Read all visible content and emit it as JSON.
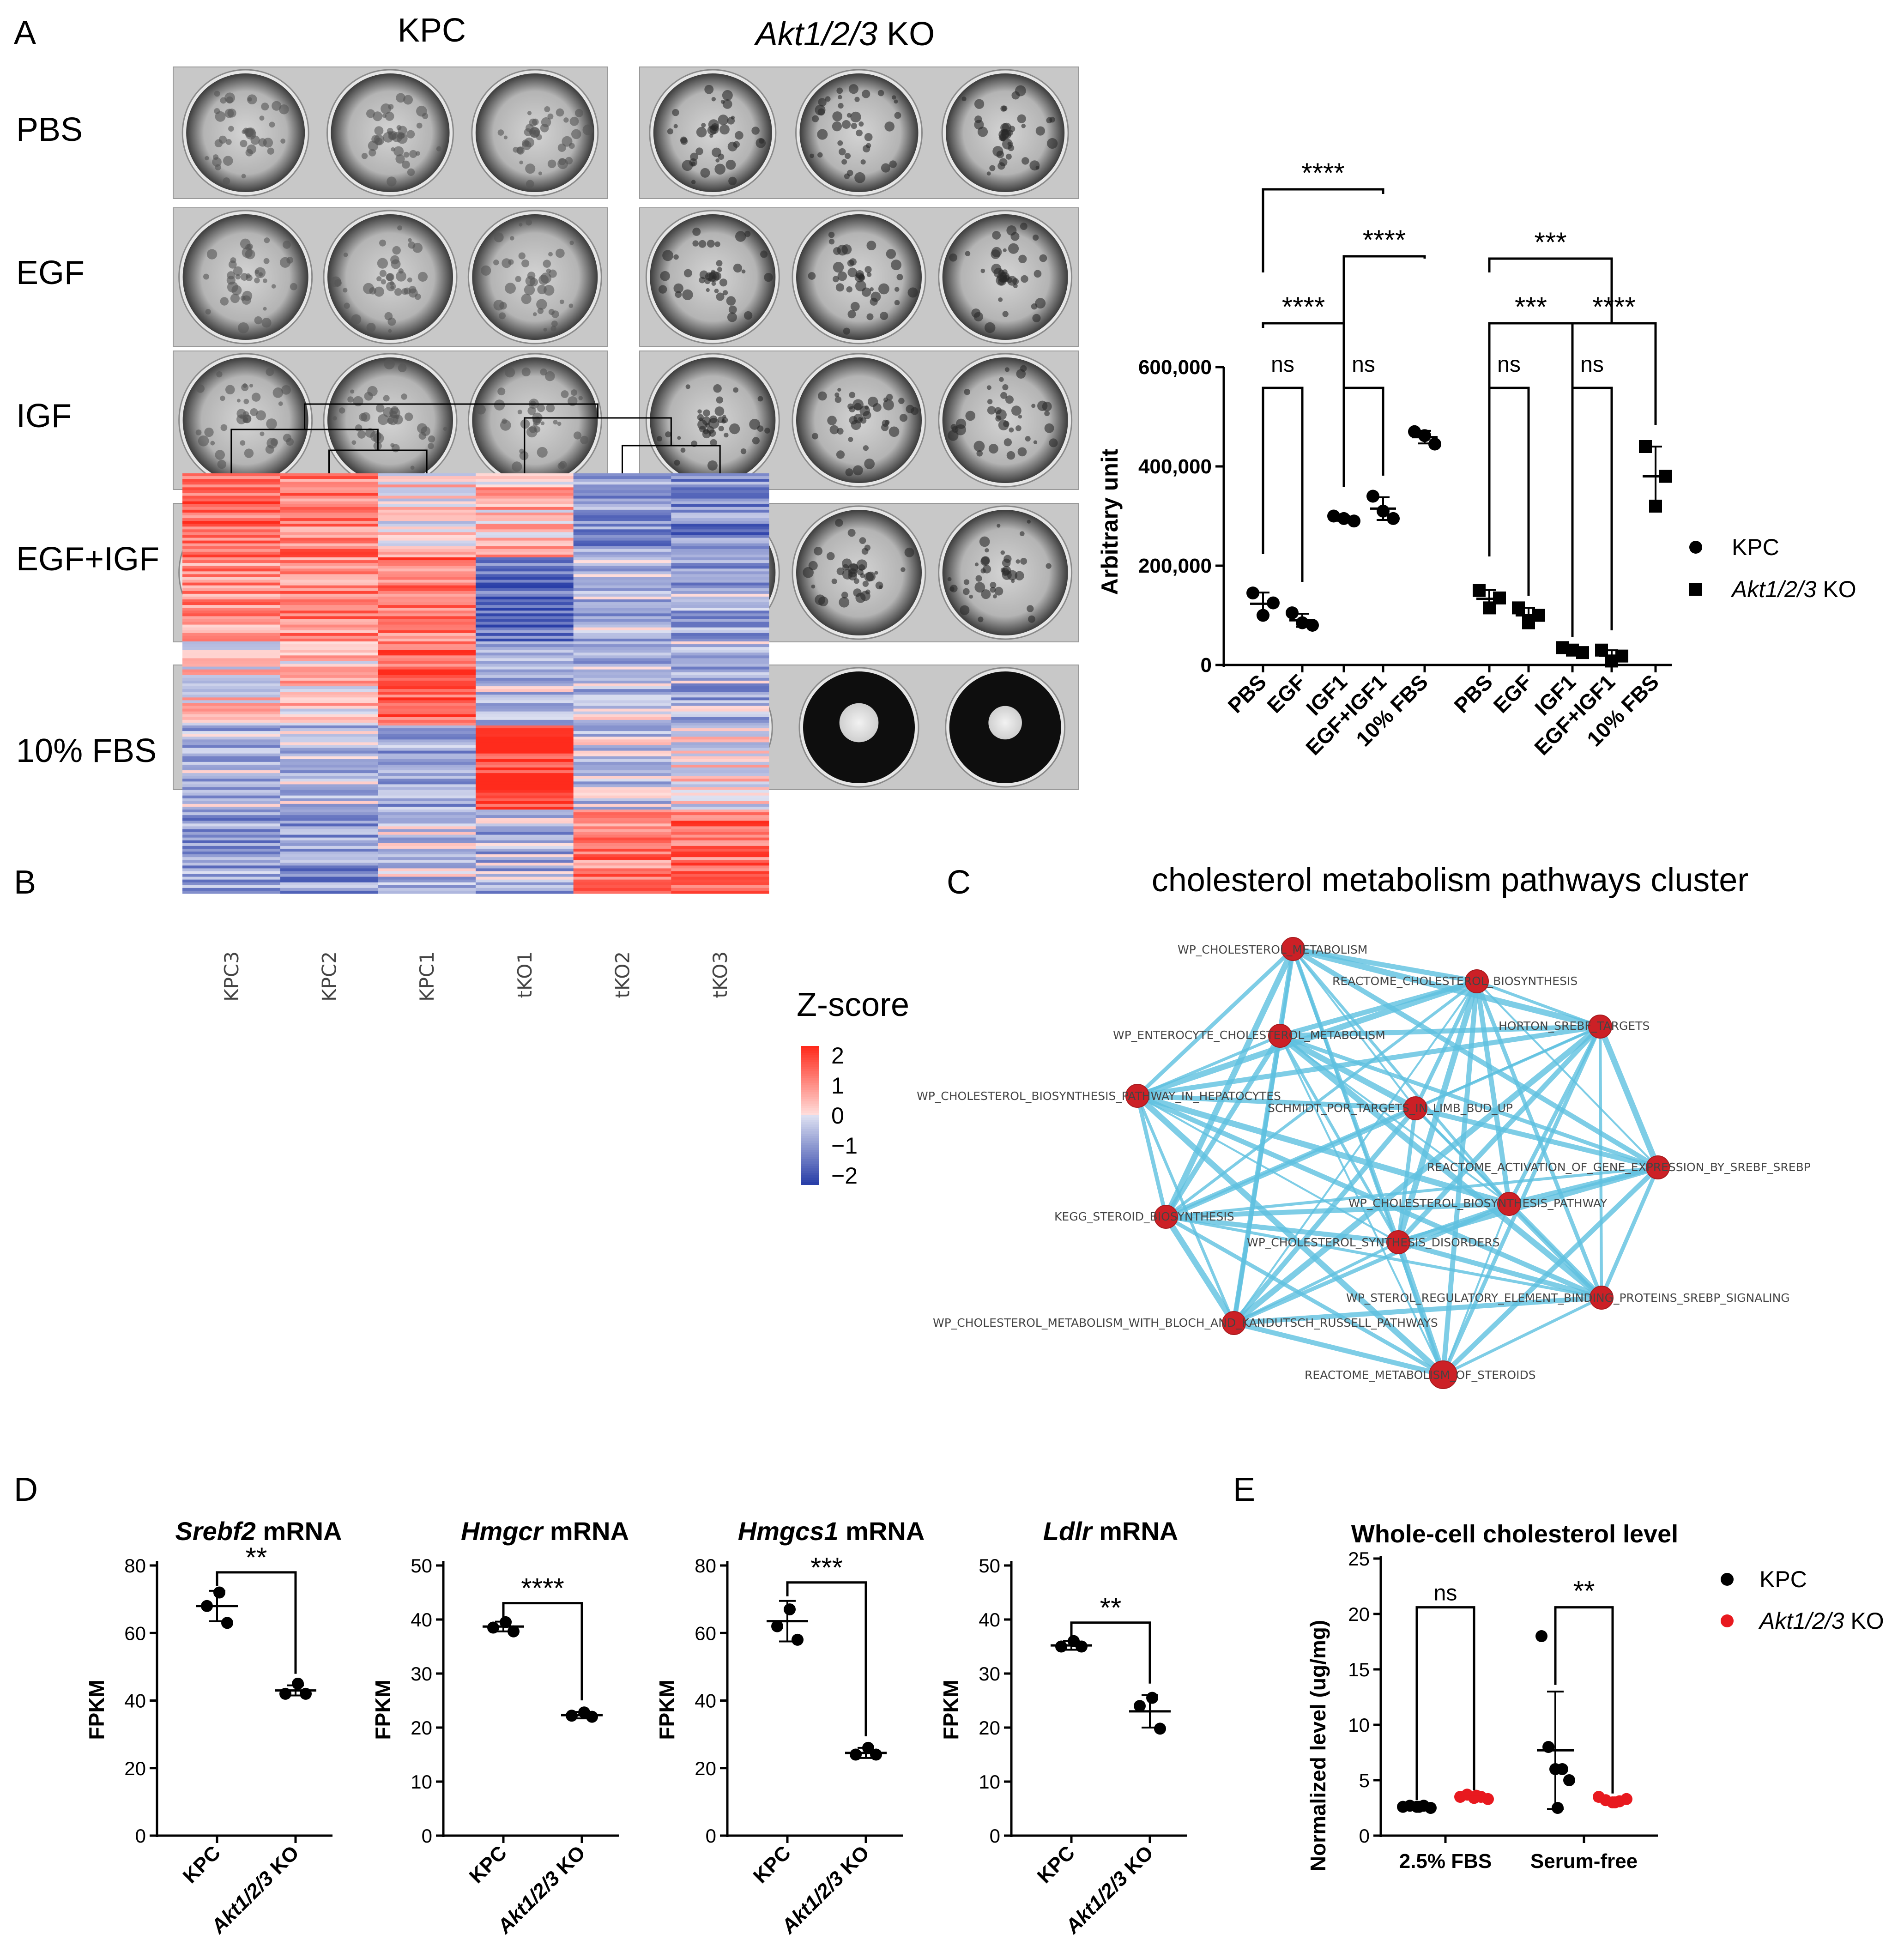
{
  "panels": {
    "A": "A",
    "B": "B",
    "C": "C",
    "D": "D",
    "E": "E"
  },
  "panel_a": {
    "col_labels": [
      "KPC",
      "Akt1/2/3",
      " KO"
    ],
    "row_labels": [
      "PBS",
      "EGF",
      "IGF",
      "EGF+IGF",
      "10% FBS"
    ]
  },
  "chart_data": [
    {
      "type": "scatter",
      "ylabel": "Arbitrary unit",
      "ylim": [
        0,
        600000
      ],
      "yticks": [
        "0",
        "200,000",
        "400,000",
        "600,000"
      ],
      "categories": [
        "PBS",
        "EGF",
        "IGF1",
        "EGF+IGF1",
        "10% FBS",
        "PBS",
        "EGF",
        "IGF1",
        "EGF+IGF1",
        "10% FBS"
      ],
      "legend": [
        "KPC",
        "Akt1/2/3",
        " KO"
      ],
      "series": [
        {
          "name": "KPC",
          "marker": "circle",
          "points": [
            [
              145000,
              125000,
              100000
            ],
            [
              105000,
              80000,
              85000
            ],
            [
              300000,
              290000,
              295000
            ],
            [
              340000,
              295000,
              310000
            ],
            [
              470000,
              445000,
              462000
            ]
          ]
        },
        {
          "name": "Akt1/2/3 KO",
          "marker": "square",
          "points": [
            [
              150000,
              135000,
              115000
            ],
            [
              115000,
              100000,
              85000
            ],
            [
              35000,
              25000,
              30000
            ],
            [
              30000,
              18000,
              8000
            ],
            [
              440000,
              380000,
              320000
            ]
          ]
        }
      ],
      "annotations": [
        "****",
        "****",
        "****",
        "ns",
        "ns",
        "***",
        "***",
        "****",
        "ns",
        "ns"
      ]
    },
    {
      "type": "heatmap",
      "columns": [
        "KPC3",
        "KPC2",
        "KPC1",
        "tKO1",
        "tKO2",
        "tKO3"
      ],
      "colorbar_title": "Z-score",
      "colorbar_ticks": [
        "2",
        "1",
        "0",
        "−1",
        "−2"
      ],
      "colors": {
        "high": "#ff2b1c",
        "mid": "#ffffff",
        "low": "#2a3fa8"
      }
    },
    {
      "type": "network",
      "title": "cholesterol metabolism pathways cluster",
      "nodes": [
        "WP_CHOLESTEROL_METABOLISM",
        "REACTOME_CHOLESTEROL_BIOSYNTHESIS",
        "WP_ENTEROCYTE_CHOLESTEROL_METABOLISM",
        "HORTON_SREBF_TARGETS",
        "WP_CHOLESTEROL_BIOSYNTHESIS_PATHWAY_IN_HEPATOCYTES",
        "SCHMIDT_POR_TARGETS_IN_LIMB_BUD_UP",
        "REACTOME_ACTIVATION_OF_GENE_EXPRESSION_BY_SREBF_SREBP",
        "WP_CHOLESTEROL_BIOSYNTHESIS_PATHWAY",
        "KEGG_STEROID_BIOSYNTHESIS",
        "WP_CHOLESTEROL_SYNTHESIS_DISORDERS",
        "WP_STEROL_REGULATORY_ELEMENT_BINDING_PROTEINS_SREBP_SIGNALING",
        "WP_CHOLESTEROL_METABOLISM_WITH_BLOCH_AND_KANDUTSCH_RUSSELL_PATHWAYS",
        "REACTOME_METABOLISM_OF_STEROIDS"
      ],
      "colors": {
        "node": "#cc2026",
        "edge": "#5fc1e0"
      }
    },
    {
      "type": "scatter",
      "gene": "Srebf2",
      "title_suffix": " mRNA",
      "ylabel": "FPKM",
      "ylim": [
        0,
        80
      ],
      "yticks": [
        "0",
        "20",
        "40",
        "60",
        "80"
      ],
      "categories": [
        "KPC",
        "Akt1/2/3 KO"
      ],
      "values": [
        [
          72,
          68,
          63
        ],
        [
          45,
          42,
          42
        ]
      ],
      "mean": [
        68,
        43
      ],
      "sd": [
        4.5,
        1.5
      ],
      "significance": "**"
    },
    {
      "type": "scatter",
      "gene": "Hmgcr",
      "title_suffix": " mRNA",
      "ylabel": "FPKM",
      "ylim": [
        0,
        50
      ],
      "yticks": [
        "0",
        "10",
        "20",
        "30",
        "40",
        "50"
      ],
      "categories": [
        "KPC",
        "Akt1/2/3 KO"
      ],
      "values": [
        [
          39.5,
          38.5,
          37.8
        ],
        [
          22.8,
          22.2,
          22
        ]
      ],
      "mean": [
        38.7,
        22.3
      ],
      "sd": [
        0.9,
        0.6
      ],
      "significance": "****"
    },
    {
      "type": "scatter",
      "gene": "Hmgcs1",
      "title_suffix": " mRNA",
      "ylabel": "FPKM",
      "ylim": [
        0,
        80
      ],
      "yticks": [
        "0",
        "20",
        "40",
        "60",
        "80"
      ],
      "categories": [
        "KPC",
        "Akt1/2/3 KO"
      ],
      "values": [
        [
          67,
          62,
          58
        ],
        [
          26,
          24,
          24
        ]
      ],
      "mean": [
        63.5,
        24.5
      ],
      "sd": [
        6,
        1.5
      ],
      "significance": "***"
    },
    {
      "type": "scatter",
      "gene": "Ldlr",
      "title_suffix": " mRNA",
      "ylabel": "FPKM",
      "ylim": [
        0,
        50
      ],
      "yticks": [
        "0",
        "10",
        "20",
        "30",
        "40",
        "50"
      ],
      "categories": [
        "KPC",
        "Akt1/2/3 KO"
      ],
      "values": [
        [
          36,
          35,
          35
        ],
        [
          25.5,
          24,
          19.8
        ]
      ],
      "mean": [
        35.2,
        23
      ],
      "sd": [
        0.8,
        3
      ],
      "significance": "**"
    },
    {
      "type": "scatter",
      "title": "Whole-cell cholesterol level",
      "ylabel": "Normalized level (ug/mg)",
      "ylim": [
        0,
        25
      ],
      "yticks": [
        "0",
        "5",
        "10",
        "15",
        "20",
        "25"
      ],
      "categories": [
        "2.5% FBS",
        "Serum-free"
      ],
      "legend": [
        "KPC",
        "Akt1/2/3",
        " KO"
      ],
      "series": [
        {
          "name": "KPC",
          "color": "#000000",
          "groups": [
            [
              2.6,
              2.7,
              2.6,
              2.7,
              2.5,
              2.6
            ],
            [
              18,
              8,
              6,
              6,
              5,
              2.5
            ]
          ],
          "mean": [
            2.6,
            7.7
          ],
          "sd": [
            0.1,
            5.3
          ]
        },
        {
          "name": "Akt1/2/3 KO",
          "color": "#e8191f",
          "groups": [
            [
              3.5,
              3.7,
              3.4,
              3.5,
              3.3,
              3.6
            ],
            [
              3.5,
              3.2,
              3.0,
              3.1,
              3.3,
              3.0
            ]
          ],
          "mean": [
            3.5,
            3.2
          ],
          "sd": [
            0.2,
            0.2
          ]
        }
      ],
      "annotations": [
        "ns",
        "**"
      ]
    }
  ]
}
